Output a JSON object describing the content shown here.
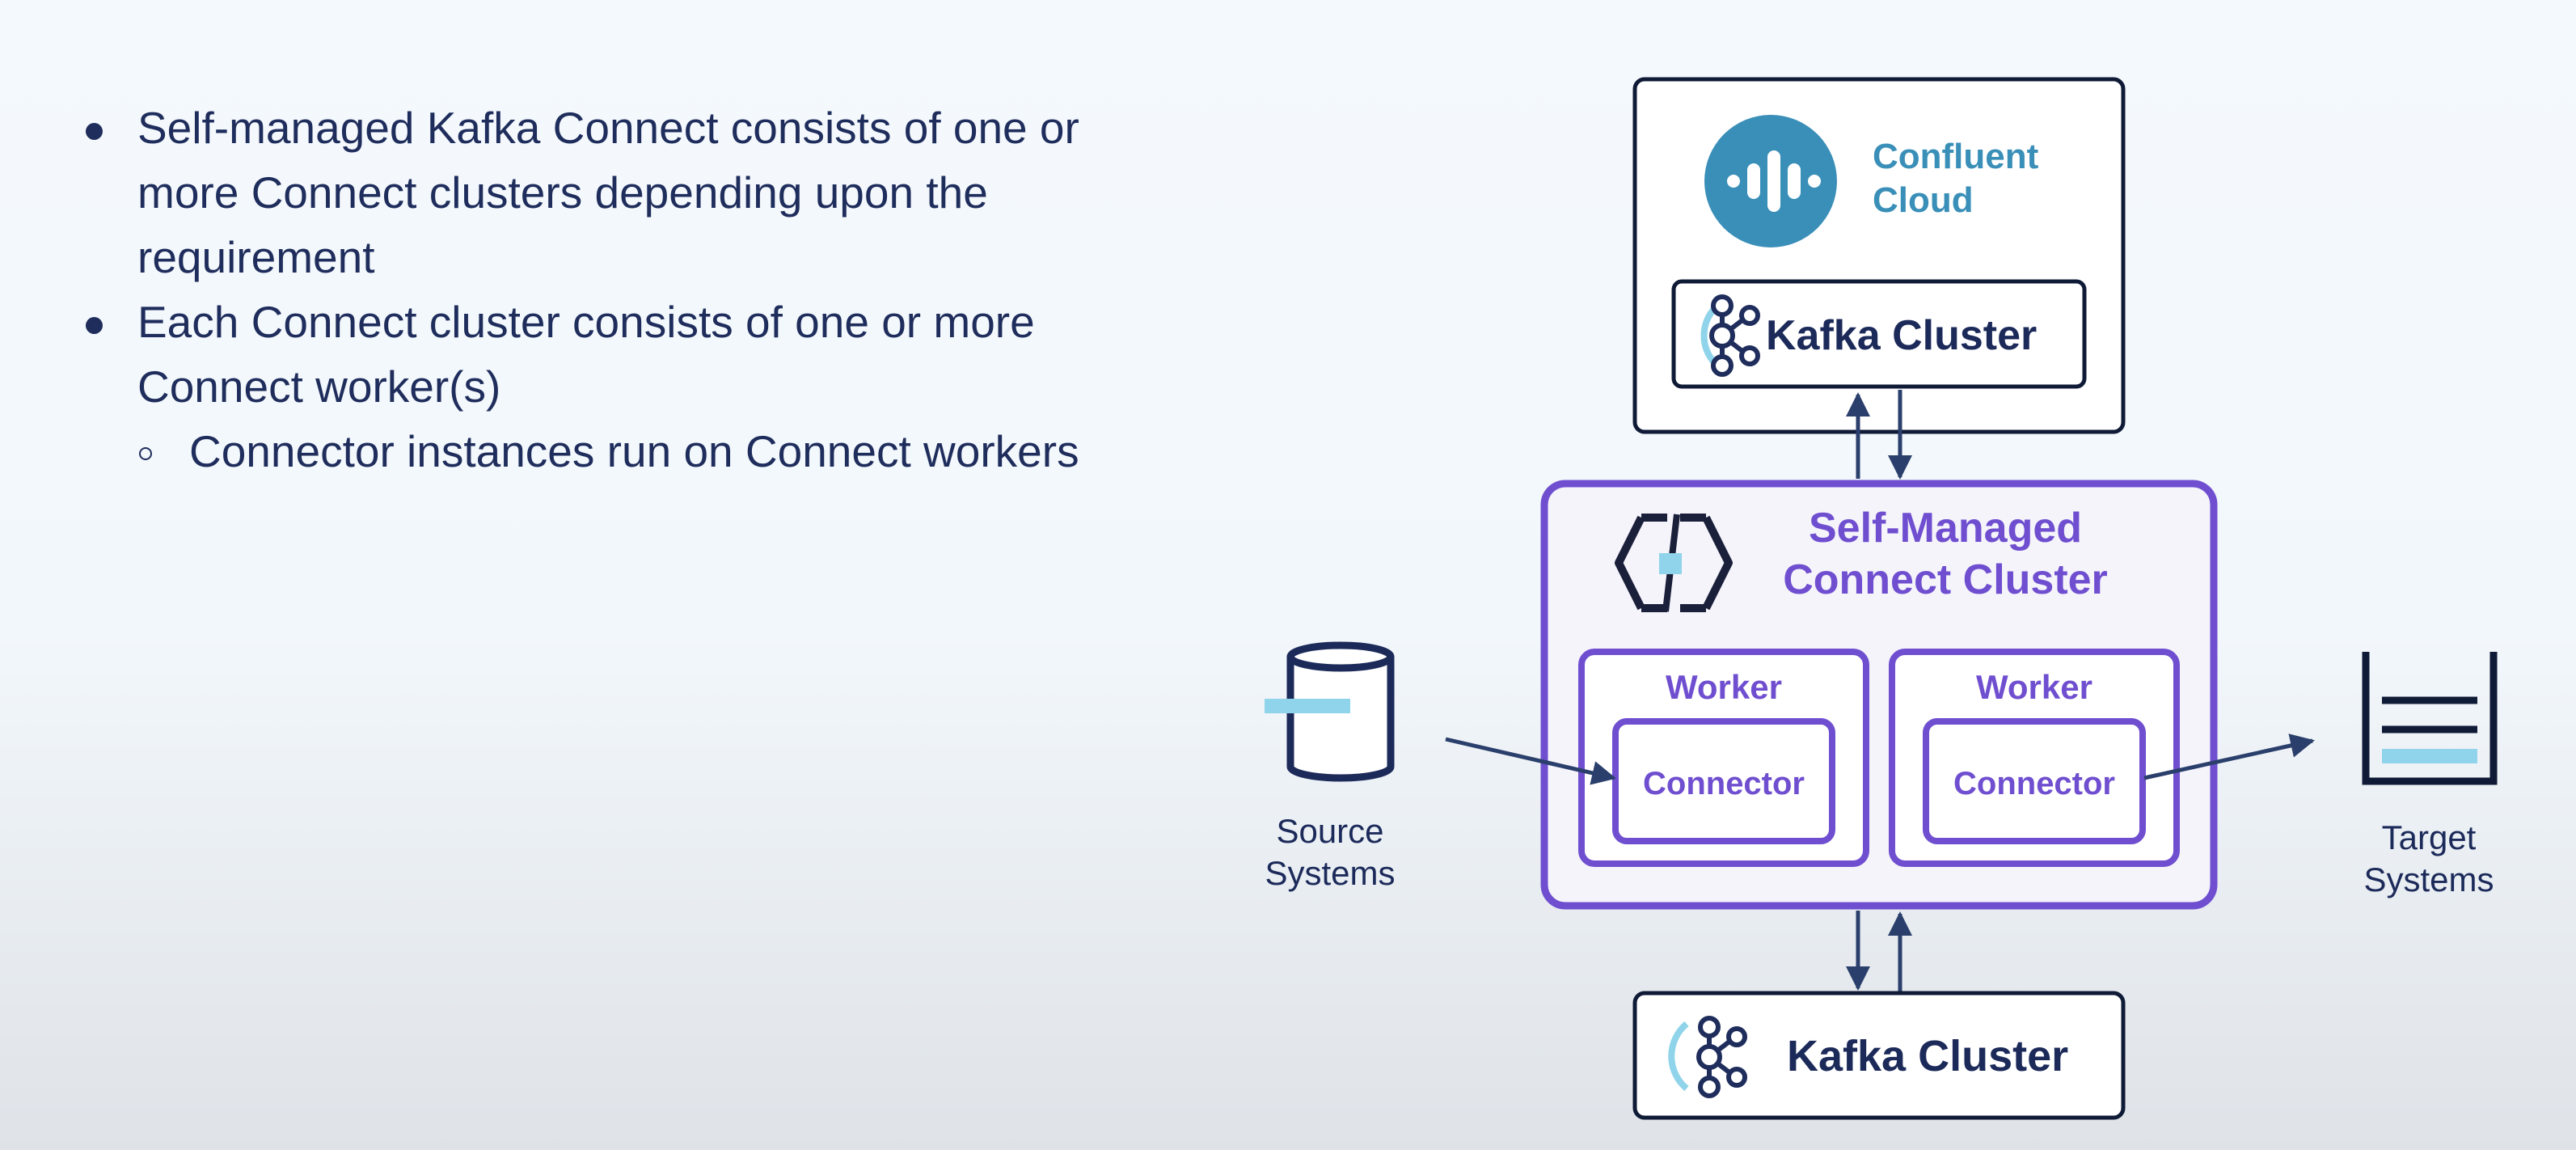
{
  "bullets": [
    {
      "level": 1,
      "text": "Self-managed Kafka Connect consists of one or more Connect clusters depending upon the requirement"
    },
    {
      "level": 1,
      "text": "Each Connect cluster consists of one or more Connect worker(s)"
    },
    {
      "level": 2,
      "text": "Connector instances run on Connect workers"
    }
  ],
  "diagram": {
    "cloud": {
      "brand_line1": "Confluent",
      "brand_line2": "Cloud",
      "kafka_label": "Kafka Cluster"
    },
    "connect_cluster": {
      "title_line1": "Self-Managed",
      "title_line2": "Connect Cluster",
      "workers": [
        {
          "label": "Worker",
          "connector": "Connector"
        },
        {
          "label": "Worker",
          "connector": "Connector"
        }
      ]
    },
    "source": {
      "line1": "Source",
      "line2": "Systems"
    },
    "target": {
      "line1": "Target",
      "line2": "Systems"
    },
    "bottom_kafka_label": "Kafka Cluster"
  },
  "colors": {
    "navy": "#1c2a5a",
    "purple": "#6f4fd0",
    "teal": "#3a8fb8",
    "light_blue": "#8fd4ea"
  }
}
